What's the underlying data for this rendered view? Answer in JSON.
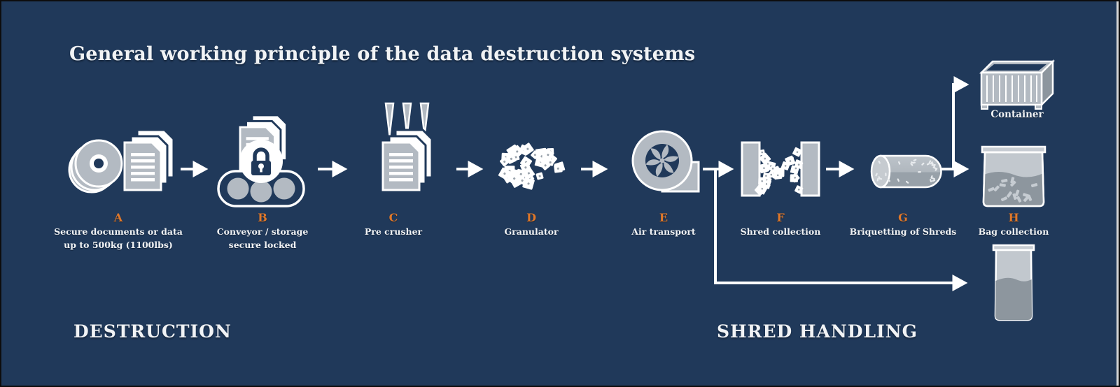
{
  "title": "General working principle of the data destruction systems",
  "sections": {
    "destruction": "DESTRUCTION",
    "shred_handling": "SHRED HANDLING"
  },
  "stages": [
    {
      "letter": "A",
      "label": "Secure documents or data\nup to 500kg (1100lbs)"
    },
    {
      "letter": "B",
      "label": "Conveyor / storage\nsecure locked"
    },
    {
      "letter": "C",
      "label": "Pre crusher"
    },
    {
      "letter": "D",
      "label": "Granulator"
    },
    {
      "letter": "E",
      "label": "Air transport"
    },
    {
      "letter": "F",
      "label": "Shred collection"
    },
    {
      "letter": "G",
      "label": "Briquetting of Shreds"
    },
    {
      "letter": "H",
      "label": "Bag collection"
    }
  ],
  "outputs": {
    "container_label": "Container"
  },
  "icons": [
    "discs-icon",
    "documents-icon",
    "conveyor-lock-icon",
    "pre-crusher-icon",
    "granulator-shreds-icon",
    "air-blower-icon",
    "shred-collection-icon",
    "briquette-icon",
    "container-icon",
    "bag-icon",
    "tall-bag-icon",
    "flow-arrow"
  ],
  "colors": {
    "bg": "#20395a",
    "ink": "#f1f3f5",
    "accent": "#e0782a",
    "gray": "#b3bac2",
    "gray-dark": "#8d969e",
    "gray-light": "#c7ccd2"
  }
}
